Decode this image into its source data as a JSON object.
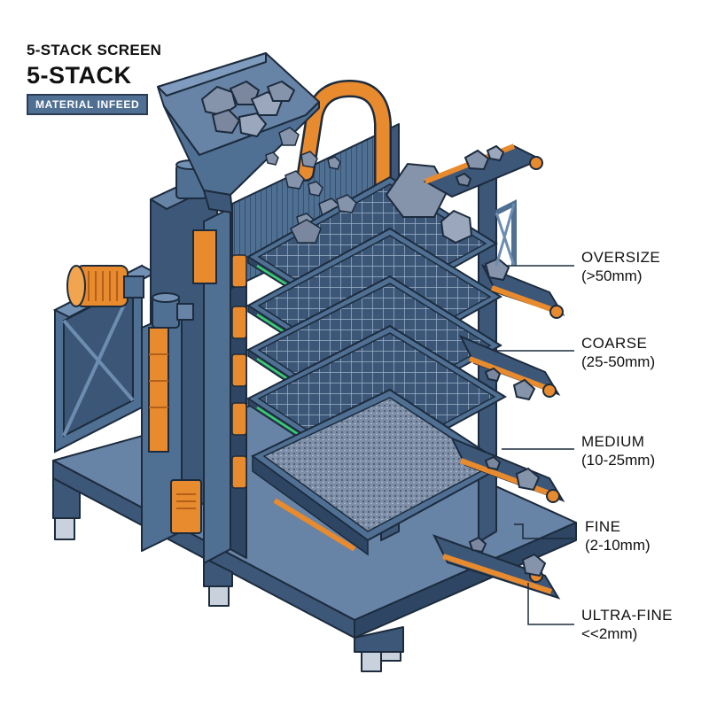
{
  "header": {
    "subtitle": "5-STACK SCREEN",
    "title": "5-STACK",
    "badge": "MATERIAL INFEED"
  },
  "decks": [
    {
      "name": "OVERSIZE",
      "range": "(>50mm)"
    },
    {
      "name": "COARSE",
      "range": "(25-50mm)"
    },
    {
      "name": "MEDIUM",
      "range": "(10-25mm)"
    },
    {
      "name": "FINE",
      "range": "(2-10mm)"
    },
    {
      "name": "ULTRA-FINE",
      "range": "<<2mm)"
    }
  ],
  "colors": {
    "steel": "#4f6f93",
    "steel_dark": "#2e4663",
    "outline": "#1c2b3d",
    "accent_orange": "#e88a2e",
    "mesh_glow": "#39d26a",
    "rock": "#8694ab"
  }
}
